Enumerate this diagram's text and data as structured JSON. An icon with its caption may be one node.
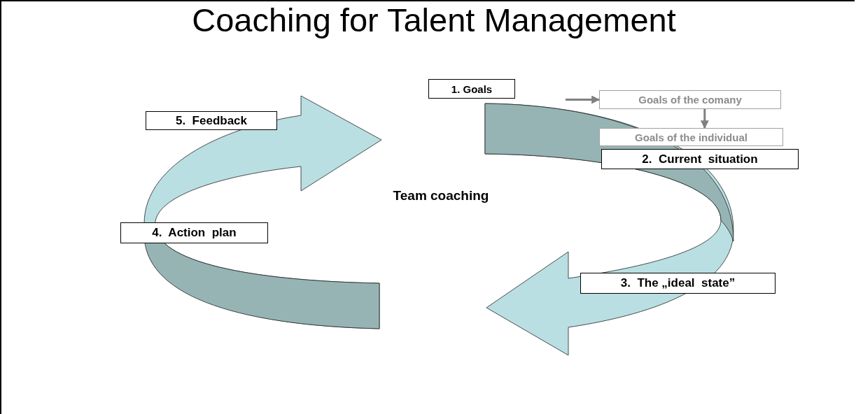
{
  "diagram": {
    "title": "Coaching for Talent Management",
    "nodes": [
      {
        "text": [
          "1. Goals"
        ]
      },
      {
        "text": [
          "Goals of the comany"
        ]
      },
      {
        "text": [
          "Goals of the individual"
        ]
      },
      {
        "text": [
          "2.  Current  situation"
        ]
      },
      {
        "text": [
          "3.  The „ideal  state”"
        ]
      },
      {
        "text": [
          "4.  Action  plan"
        ]
      },
      {
        "text": [
          "5.  Feedback"
        ]
      },
      {
        "text": [
          "Team coaching"
        ]
      }
    ],
    "edges": [
      {
        "from": null,
        "to": 1,
        "arrow": "to"
      },
      {
        "from": 1,
        "to": 2,
        "arrow": "to"
      }
    ]
  }
}
